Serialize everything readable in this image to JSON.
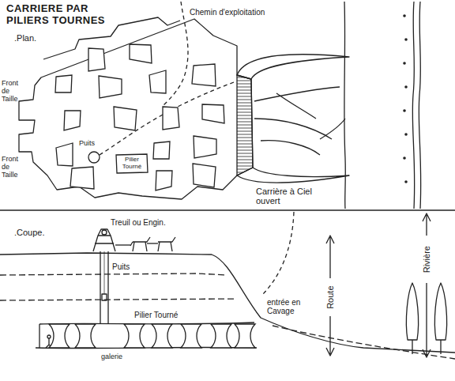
{
  "diagram": {
    "title": "CARRIERE PAR PILIERS TOURNES",
    "nodes": [
      {
        "text": [
          "Pilier Tourné"
        ]
      }
    ],
    "labels": [
      ".Plan.",
      "Chemin d'exploitation",
      "Front de Taille",
      "Puits",
      "Front de Taille",
      "Carrière à Ciel ouvert",
      ".Coupe.",
      "Treuil ou Engin.",
      "Puits",
      "Pilier Tourné",
      "entrée en Cavage",
      "galerie",
      "Route",
      "Rivière"
    ]
  }
}
